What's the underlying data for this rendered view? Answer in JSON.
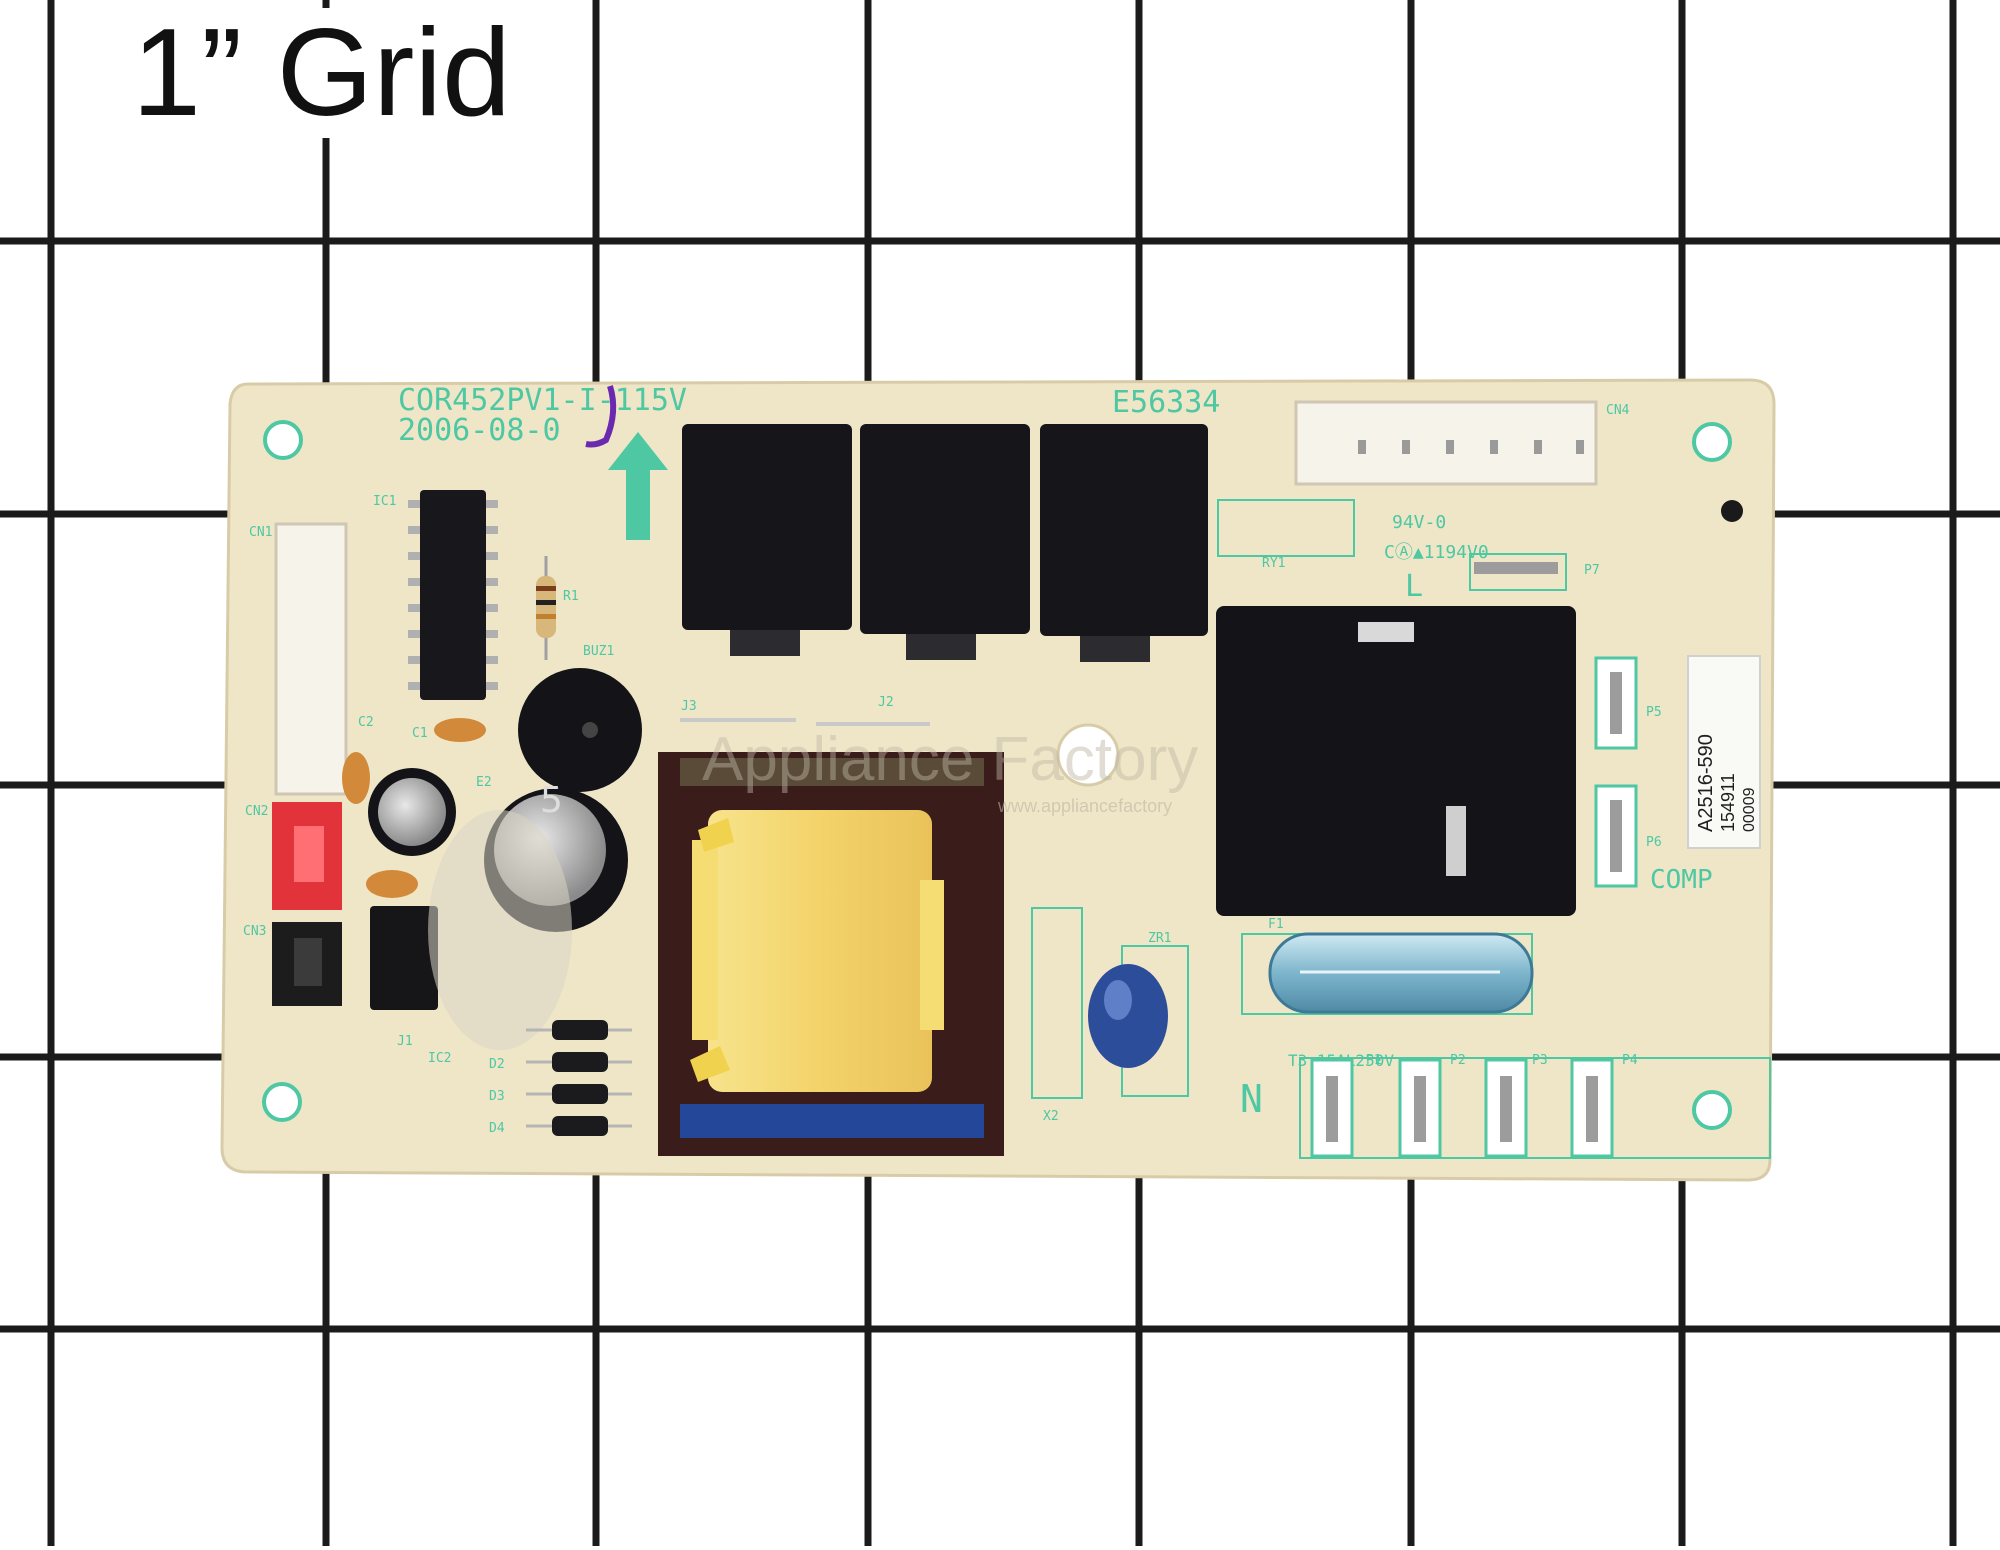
{
  "grid_title": "1” Grid",
  "pcb": {
    "model": "COR452PV1-I-115V",
    "date": "2006-08-0",
    "code": "E56334",
    "cert": "94V-0",
    "cert_code": "CⒶ▲1194V0",
    "ref_labels": {
      "cn1": "CN1",
      "cn2": "CN2",
      "cn3": "CN3",
      "cn4": "CN4",
      "ic1": "IC1",
      "ic2": "IC2",
      "r1": "R1",
      "buz1": "BUZ1",
      "c1": "C1",
      "c2": "C2",
      "e2": "E2",
      "j1": "J1",
      "j2": "J2",
      "j3": "J3",
      "ry1": "RY1",
      "zr1": "ZR1",
      "x2": "X2",
      "f1": "F1",
      "d2": "D2",
      "d3": "D3",
      "d4": "D4",
      "p1": "P1",
      "p2": "P2",
      "p3": "P3",
      "p4": "P4",
      "p5": "P5",
      "p6": "P6",
      "p7": "P7"
    },
    "silk_L": "L",
    "silk_N": "N",
    "silk_comp": "COMP",
    "fuse_rating": "T3.15AL250V",
    "sticker": [
      "A2516-590",
      "154911",
      "00009"
    ],
    "watermark": "Appliance Factory",
    "watermark_url": "www.appliancefactory",
    "capacitor_mark": "5",
    "colors": {
      "board": "#efe6c8",
      "silk": "#4ec7a3",
      "relay": "#15151a",
      "transformer_tape": "#f4d66a"
    }
  }
}
